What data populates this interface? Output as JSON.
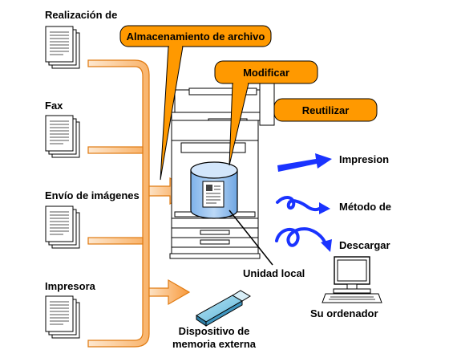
{
  "sources": {
    "scan": "Realización de",
    "fax": "Fax",
    "image_send": "Envío de imágenes",
    "printer": "Impresora"
  },
  "callouts": {
    "store": "Almacenamiento de archivo",
    "edit": "Modificar",
    "reuse": "Reutilizar"
  },
  "outputs": {
    "print": "Impresion",
    "method": "Método de",
    "download": "Descargar"
  },
  "labels": {
    "local_drive": "Unidad local",
    "computer": "Su ordenador",
    "usb_line1": "Dispositivo de",
    "usb_line2": "memoria externa"
  },
  "colors": {
    "orange": "#ff9900",
    "orange_light": "#fcd9b0",
    "blue": "#1a33ff",
    "drive_blue": "#9cc4f0"
  }
}
